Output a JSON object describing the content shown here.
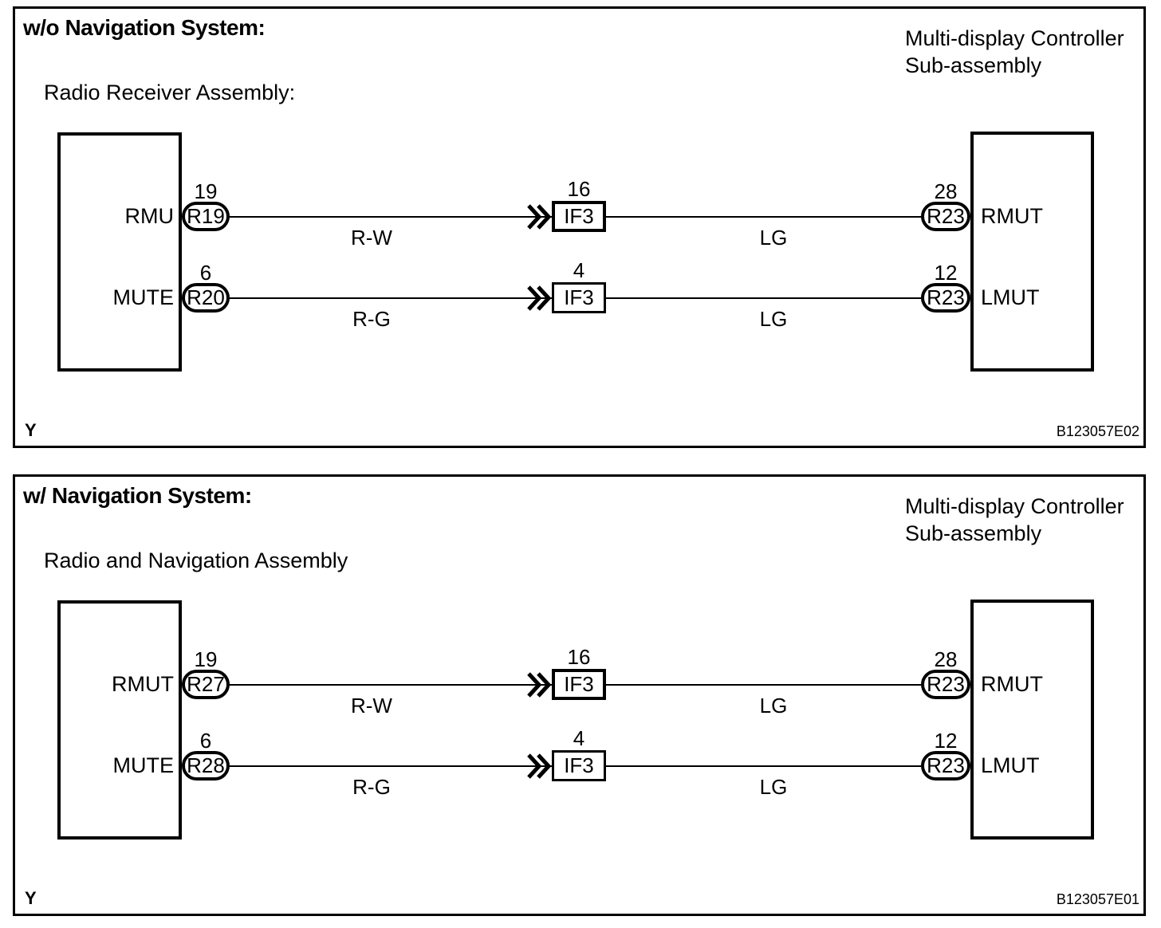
{
  "document": {
    "type": "wiring-diagram",
    "colors": {
      "ink": "#000000",
      "background": "#ffffff"
    },
    "icons": {
      "wire_direction": "double-chevron-right-icon"
    }
  },
  "panels": [
    {
      "title": "w/o Navigation System:",
      "assembly_label": "Radio Receiver Assembly:",
      "controller_label_line1": "Multi-display Controller",
      "controller_label_line2": "Sub-assembly",
      "corner_marker": "Y",
      "figure_code": "B123057E02",
      "rows": [
        {
          "left_pin_label": "RMU",
          "left_pin_number": "19",
          "left_connector": "R19",
          "wire1_color": "R-W",
          "mid_pin_number": "16",
          "mid_connector": "IF3",
          "wire2_color": "LG",
          "right_pin_number": "28",
          "right_connector": "R23",
          "right_pin_label": "RMUT"
        },
        {
          "left_pin_label": "MUTE",
          "left_pin_number": "6",
          "left_connector": "R20",
          "wire1_color": "R-G",
          "mid_pin_number": "4",
          "mid_connector": "IF3",
          "wire2_color": "LG",
          "right_pin_number": "12",
          "right_connector": "R23",
          "right_pin_label": "LMUT"
        }
      ]
    },
    {
      "title": "w/ Navigation System:",
      "assembly_label": "Radio and Navigation Assembly",
      "controller_label_line1": "Multi-display Controller",
      "controller_label_line2": "Sub-assembly",
      "corner_marker": "Y",
      "figure_code": "B123057E01",
      "rows": [
        {
          "left_pin_label": "RMUT",
          "left_pin_number": "19",
          "left_connector": "R27",
          "wire1_color": "R-W",
          "mid_pin_number": "16",
          "mid_connector": "IF3",
          "wire2_color": "LG",
          "right_pin_number": "28",
          "right_connector": "R23",
          "right_pin_label": "RMUT"
        },
        {
          "left_pin_label": "MUTE",
          "left_pin_number": "6",
          "left_connector": "R28",
          "wire1_color": "R-G",
          "mid_pin_number": "4",
          "mid_connector": "IF3",
          "wire2_color": "LG",
          "right_pin_number": "12",
          "right_connector": "R23",
          "right_pin_label": "LMUT"
        }
      ]
    }
  ]
}
